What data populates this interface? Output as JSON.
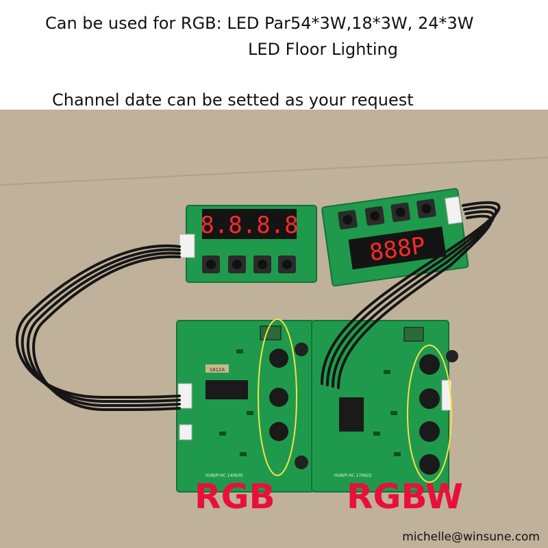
{
  "header": {
    "line1": "Can be used for RGB: LED Par54*3W,18*3W, 24*3W",
    "line2": "LED Floor Lighting",
    "line3": "Channel date can be setted as your request"
  },
  "boards": {
    "display_left": "8.8.8.8",
    "display_right": "888P"
  },
  "labels": {
    "rgb": "RGB",
    "rgbw": "RGBW",
    "pcb_left": "HUN/P-HC 140630",
    "pcb_right": "HUN/P-HC 170622",
    "chip": "1812A"
  },
  "footer": {
    "email": "michelle@winsune.com"
  },
  "colors": {
    "pcb": "#1f9a4c",
    "cardboard": "#b8a891",
    "label_red": "#e8103a",
    "ellipse": "#f4e34a",
    "led_red": "#ff2a2a"
  }
}
